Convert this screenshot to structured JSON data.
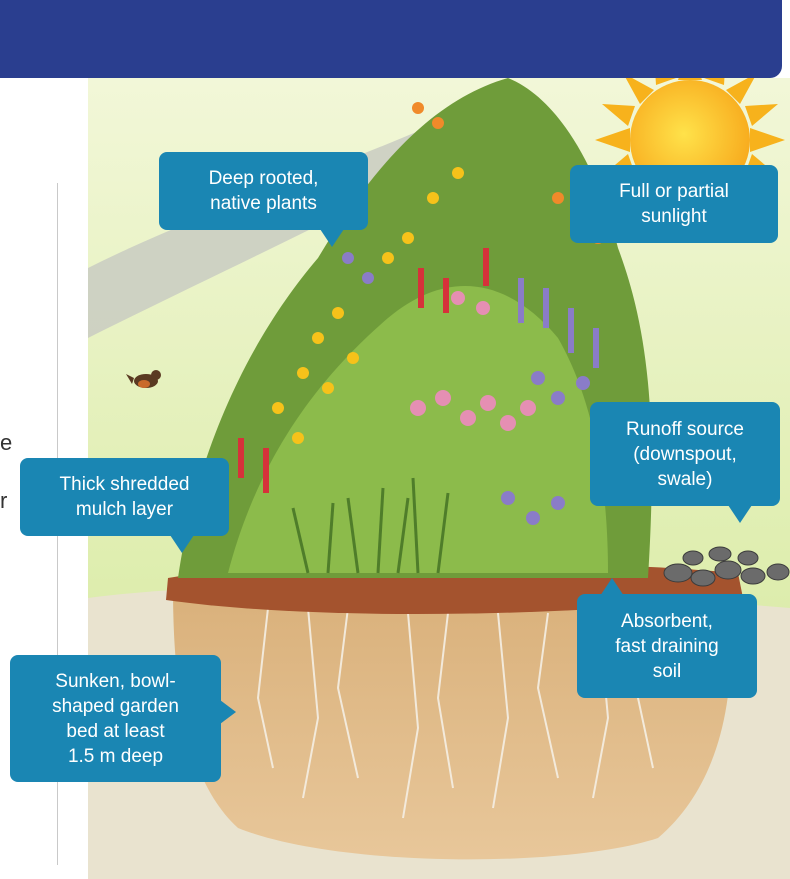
{
  "callouts": {
    "deep_rooted": "Deep rooted,\nnative plants",
    "sunlight": "Full or partial\nsunlight",
    "runoff": "Runoff source\n(downspout,\nswale)",
    "mulch": "Thick shredded\nmulch layer",
    "soil": "Absorbent,\nfast draining\nsoil",
    "sunken_bed": "Sunken, bowl-\nshaped garden\nbed at least\n1.5 m deep"
  },
  "colors": {
    "banner": "#2a3e8f",
    "callout": "#1a86b3",
    "sun": "#f7b21c"
  }
}
